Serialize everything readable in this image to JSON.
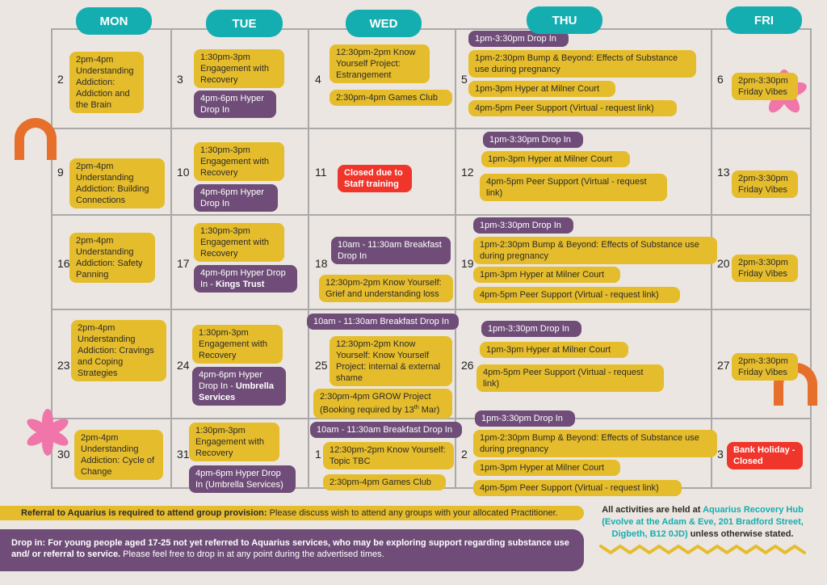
{
  "days": [
    "MON",
    "TUE",
    "WED",
    "THU",
    "FRI"
  ],
  "dates": {
    "mon": [
      "2",
      "9",
      "16",
      "23",
      "30"
    ],
    "tue": [
      "3",
      "10",
      "17",
      "24",
      "31"
    ],
    "wed": [
      "4",
      "11",
      "18",
      "25",
      "1"
    ],
    "thu": [
      "5",
      "12",
      "19",
      "26",
      "2"
    ],
    "fri": [
      "6",
      "13",
      "20",
      "27",
      "3"
    ]
  },
  "events": {
    "mon": [
      "2pm-4pm Understanding Addiction: Addiction and the Brain",
      "2pm-4pm Understanding Addiction: Building Connections",
      "2pm-4pm Understanding Addiction: Safety Panning",
      "2pm-4pm Understanding Addiction: Cravings and Coping Strategies",
      "2pm-4pm Understanding Addiction: Cycle of Change"
    ],
    "tue": {
      "engagement": "1:30pm-3pm Engagement with Recovery",
      "hyper": "4pm-6pm Hyper Drop In",
      "hyper_prefix": "4pm-6pm Hyper Drop In - ",
      "kings_trust": "Kings Trust",
      "umbrella": "Umbrella Services",
      "hyper_umbrella": "4pm-6pm Hyper Drop In (Umbrella Services)"
    },
    "wed": {
      "estrangement": "12:30pm-2pm Know Yourself Project: Estrangement",
      "games": "2:30pm-4pm Games Club",
      "closed": "Closed due to Staff training",
      "breakfast": "10am - 11:30am Breakfast Drop In",
      "grief": "12:30pm-2pm Know Yourself: Grief and understanding loss",
      "shame": "12:30pm-2pm Know Yourself: Know Yourself Project: internal & external shame",
      "grow": "2:30pm-4pm GROW Project (Booking required by 13",
      "grow_sup": "th",
      "grow_end": " Mar)",
      "topic": "12:30pm-2pm Know Yourself: Topic TBC"
    },
    "thu": {
      "drop": "1pm-3:30pm Drop In",
      "bump": "1pm-2:30pm Bump & Beyond: Effects of Substance use during pregnancy",
      "milner": "1pm-3pm Hyper at Milner Court",
      "peer": "4pm-5pm Peer Support (Virtual - request link)"
    },
    "fri": {
      "vibes": "2pm-3:30pm Friday Vibes",
      "bank": "Bank Holiday - Closed"
    }
  },
  "footer": {
    "referral_bold": "Referral to Aquarius is required to attend group provision:",
    "referral_rest": " Please discuss wish to attend any groups with your allocated Practitioner.",
    "dropin_bold": "Drop in: For young people aged 17-25 not yet referred to Aquarius services, who may be exploring support regarding substance use and/ or referral to service.",
    "dropin_rest": " Please feel free to drop in at any point during the advertised times.",
    "venue_a": "All activities are held at ",
    "venue_b": "Aquarius Recovery Hub (Evolve at the Adam & Eve, 201 Bradford Street, Digbeth, B12 0JD)",
    "venue_c": " unless otherwise stated."
  },
  "colors": {
    "teal": "#14aeb0",
    "yellow": "#e5bd2c",
    "purple": "#6f4d78",
    "red": "#f0352b",
    "orange": "#e66f2c",
    "pink": "#f075a8",
    "background": "#ebe6e1"
  }
}
